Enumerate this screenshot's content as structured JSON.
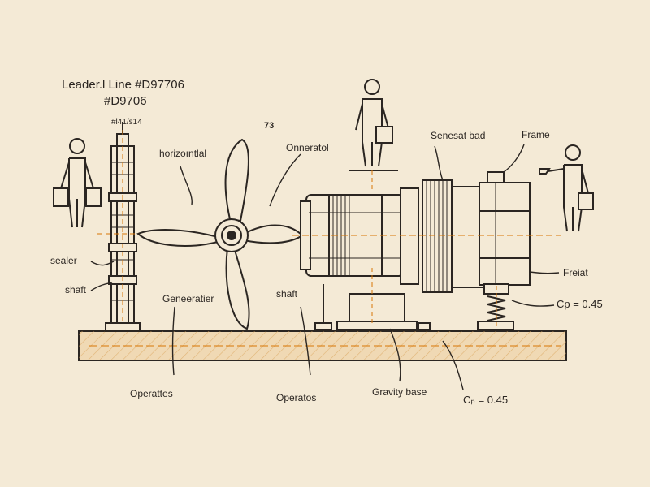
{
  "labels": {
    "title_line1": "Leader.l Line #D97706",
    "title_line2": "#D9706",
    "small_code": "#l41/s14",
    "symbol": "73",
    "horizontal": "horizoıntlal",
    "generator_top": "Onneratol",
    "sensor_bad": "Senesat bad",
    "frame": "Frame",
    "sealer": "sealer",
    "shaft_left": "shaft",
    "generator_mid": "Geneeratier",
    "shaft_center": "shaft",
    "frame_right": "Freiat",
    "cp_right": "Cp = 0.45",
    "operattes": "Operattes",
    "operatos": "Operatos",
    "gravity_base": "Gravity base",
    "cp_bottom": "Cₚ = 0.45"
  },
  "colors": {
    "background": "#f4ead6",
    "ink": "#2b2622",
    "accent": "#d97706",
    "base_fill": "#f0d9b4"
  }
}
